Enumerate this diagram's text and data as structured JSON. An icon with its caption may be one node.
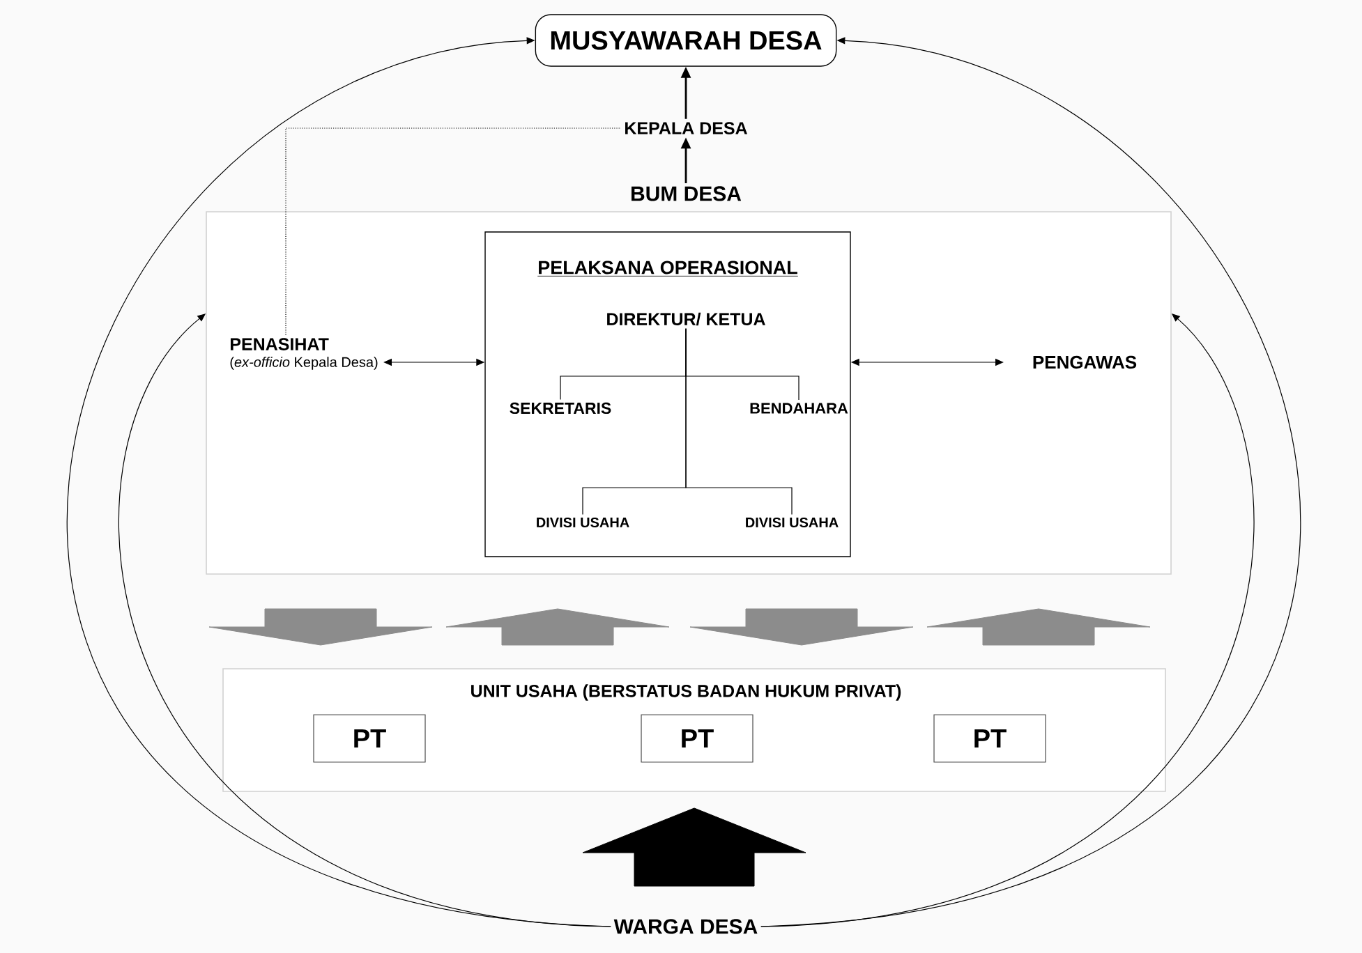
{
  "diagram": {
    "nodes": [
      {
        "text": [
          "MUSYAWARAH DESA"
        ]
      },
      {
        "text": [
          "KEPALA DESA"
        ]
      },
      {
        "text": [
          "BUM DESA"
        ]
      },
      {
        "text": [
          "PENASIHAT",
          "(*ex-officio* Kepala Desa)"
        ],
        "in": 2
      },
      {
        "text": [
          "PELAKSANA OPERASIONAL"
        ],
        "in": 2
      },
      {
        "text": [
          "DIREKTUR/ KETUA"
        ],
        "in": 4
      },
      {
        "text": [
          "SEKRETARIS"
        ],
        "in": 4
      },
      {
        "text": [
          "BENDAHARA"
        ],
        "in": 4
      },
      {
        "text": [
          "DIVISI USAHA"
        ],
        "in": 4
      },
      {
        "text": [
          "DIVISI USAHA"
        ],
        "in": 4
      },
      {
        "text": [
          "PENGAWAS"
        ],
        "in": 2
      },
      {
        "text": [
          "UNIT USAHA (BERSTATUS BADAN HUKUM PRIVAT)"
        ]
      },
      {
        "text": [
          "PT"
        ],
        "in": 11
      },
      {
        "text": [
          "PT"
        ],
        "in": 11
      },
      {
        "text": [
          "PT"
        ],
        "in": 11
      },
      {
        "text": [
          "WARGA DESA"
        ]
      }
    ],
    "edges": [
      {
        "from": 1,
        "to": 0,
        "arrow": "to"
      },
      {
        "from": 2,
        "to": 1,
        "arrow": "to"
      },
      {
        "from": 3,
        "to": 1,
        "arrow": "none",
        "style": "dashed"
      },
      {
        "from": 3,
        "to": 4,
        "arrow": "both"
      },
      {
        "from": 4,
        "to": 10,
        "arrow": "both"
      },
      {
        "from": 5,
        "to": 6,
        "arrow": "none"
      },
      {
        "from": 5,
        "to": 7,
        "arrow": "none"
      },
      {
        "from": 5,
        "to": 8,
        "arrow": "none"
      },
      {
        "from": 5,
        "to": 9,
        "arrow": "none"
      },
      {
        "from": 2,
        "to": 11,
        "arrow": "to",
        "style": "thick",
        "color": "#8c8c8c"
      },
      {
        "from": 11,
        "to": 2,
        "arrow": "to",
        "style": "thick",
        "color": "#8c8c8c"
      },
      {
        "from": 2,
        "to": 11,
        "arrow": "to",
        "style": "thick",
        "color": "#8c8c8c"
      },
      {
        "from": 11,
        "to": 2,
        "arrow": "to",
        "style": "thick",
        "color": "#8c8c8c"
      },
      {
        "from": 15,
        "to": 11,
        "arrow": "to",
        "style": "thick"
      },
      {
        "from": 15,
        "to": 0,
        "arrow": "to"
      },
      {
        "from": 15,
        "to": 0,
        "arrow": "to"
      },
      {
        "from": 15,
        "to": 2,
        "arrow": "to"
      },
      {
        "from": 15,
        "to": 2,
        "arrow": "to"
      }
    ]
  }
}
